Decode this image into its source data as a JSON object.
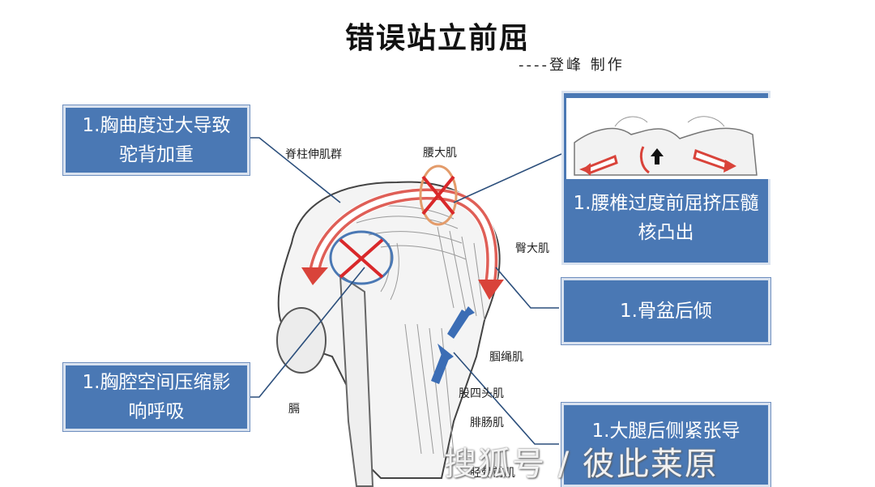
{
  "header": {
    "title": "错误站立前屈",
    "author": "----登峰 制作"
  },
  "callouts": {
    "thoracic_curve": "1.胸曲度过大导致驼背加重",
    "thoracic_space": "1.胸腔空间压缩影响呼吸",
    "lumbar": "1.腰椎过度前屈挤压髓核凸出",
    "pelvis": "1.骨盆后倾",
    "hamstring": "1.大腿后侧紧张导"
  },
  "anatomy_labels": {
    "erector_spinae": "脊柱伸肌群",
    "psoas": "腰大肌",
    "gluteus": "臀大肌",
    "popliteal": "腘绳肌",
    "quadriceps": "股四头肌",
    "gastrocnemius": "腓肠肌",
    "tibialis": "胫骨前肌",
    "diaphragm": "膈"
  },
  "watermark": "搜狐号 / 彼此莱原",
  "colors": {
    "box_fill": "#4a78b4",
    "arrow_red": "#d9433a",
    "blue_arrow": "#3b6db5"
  }
}
